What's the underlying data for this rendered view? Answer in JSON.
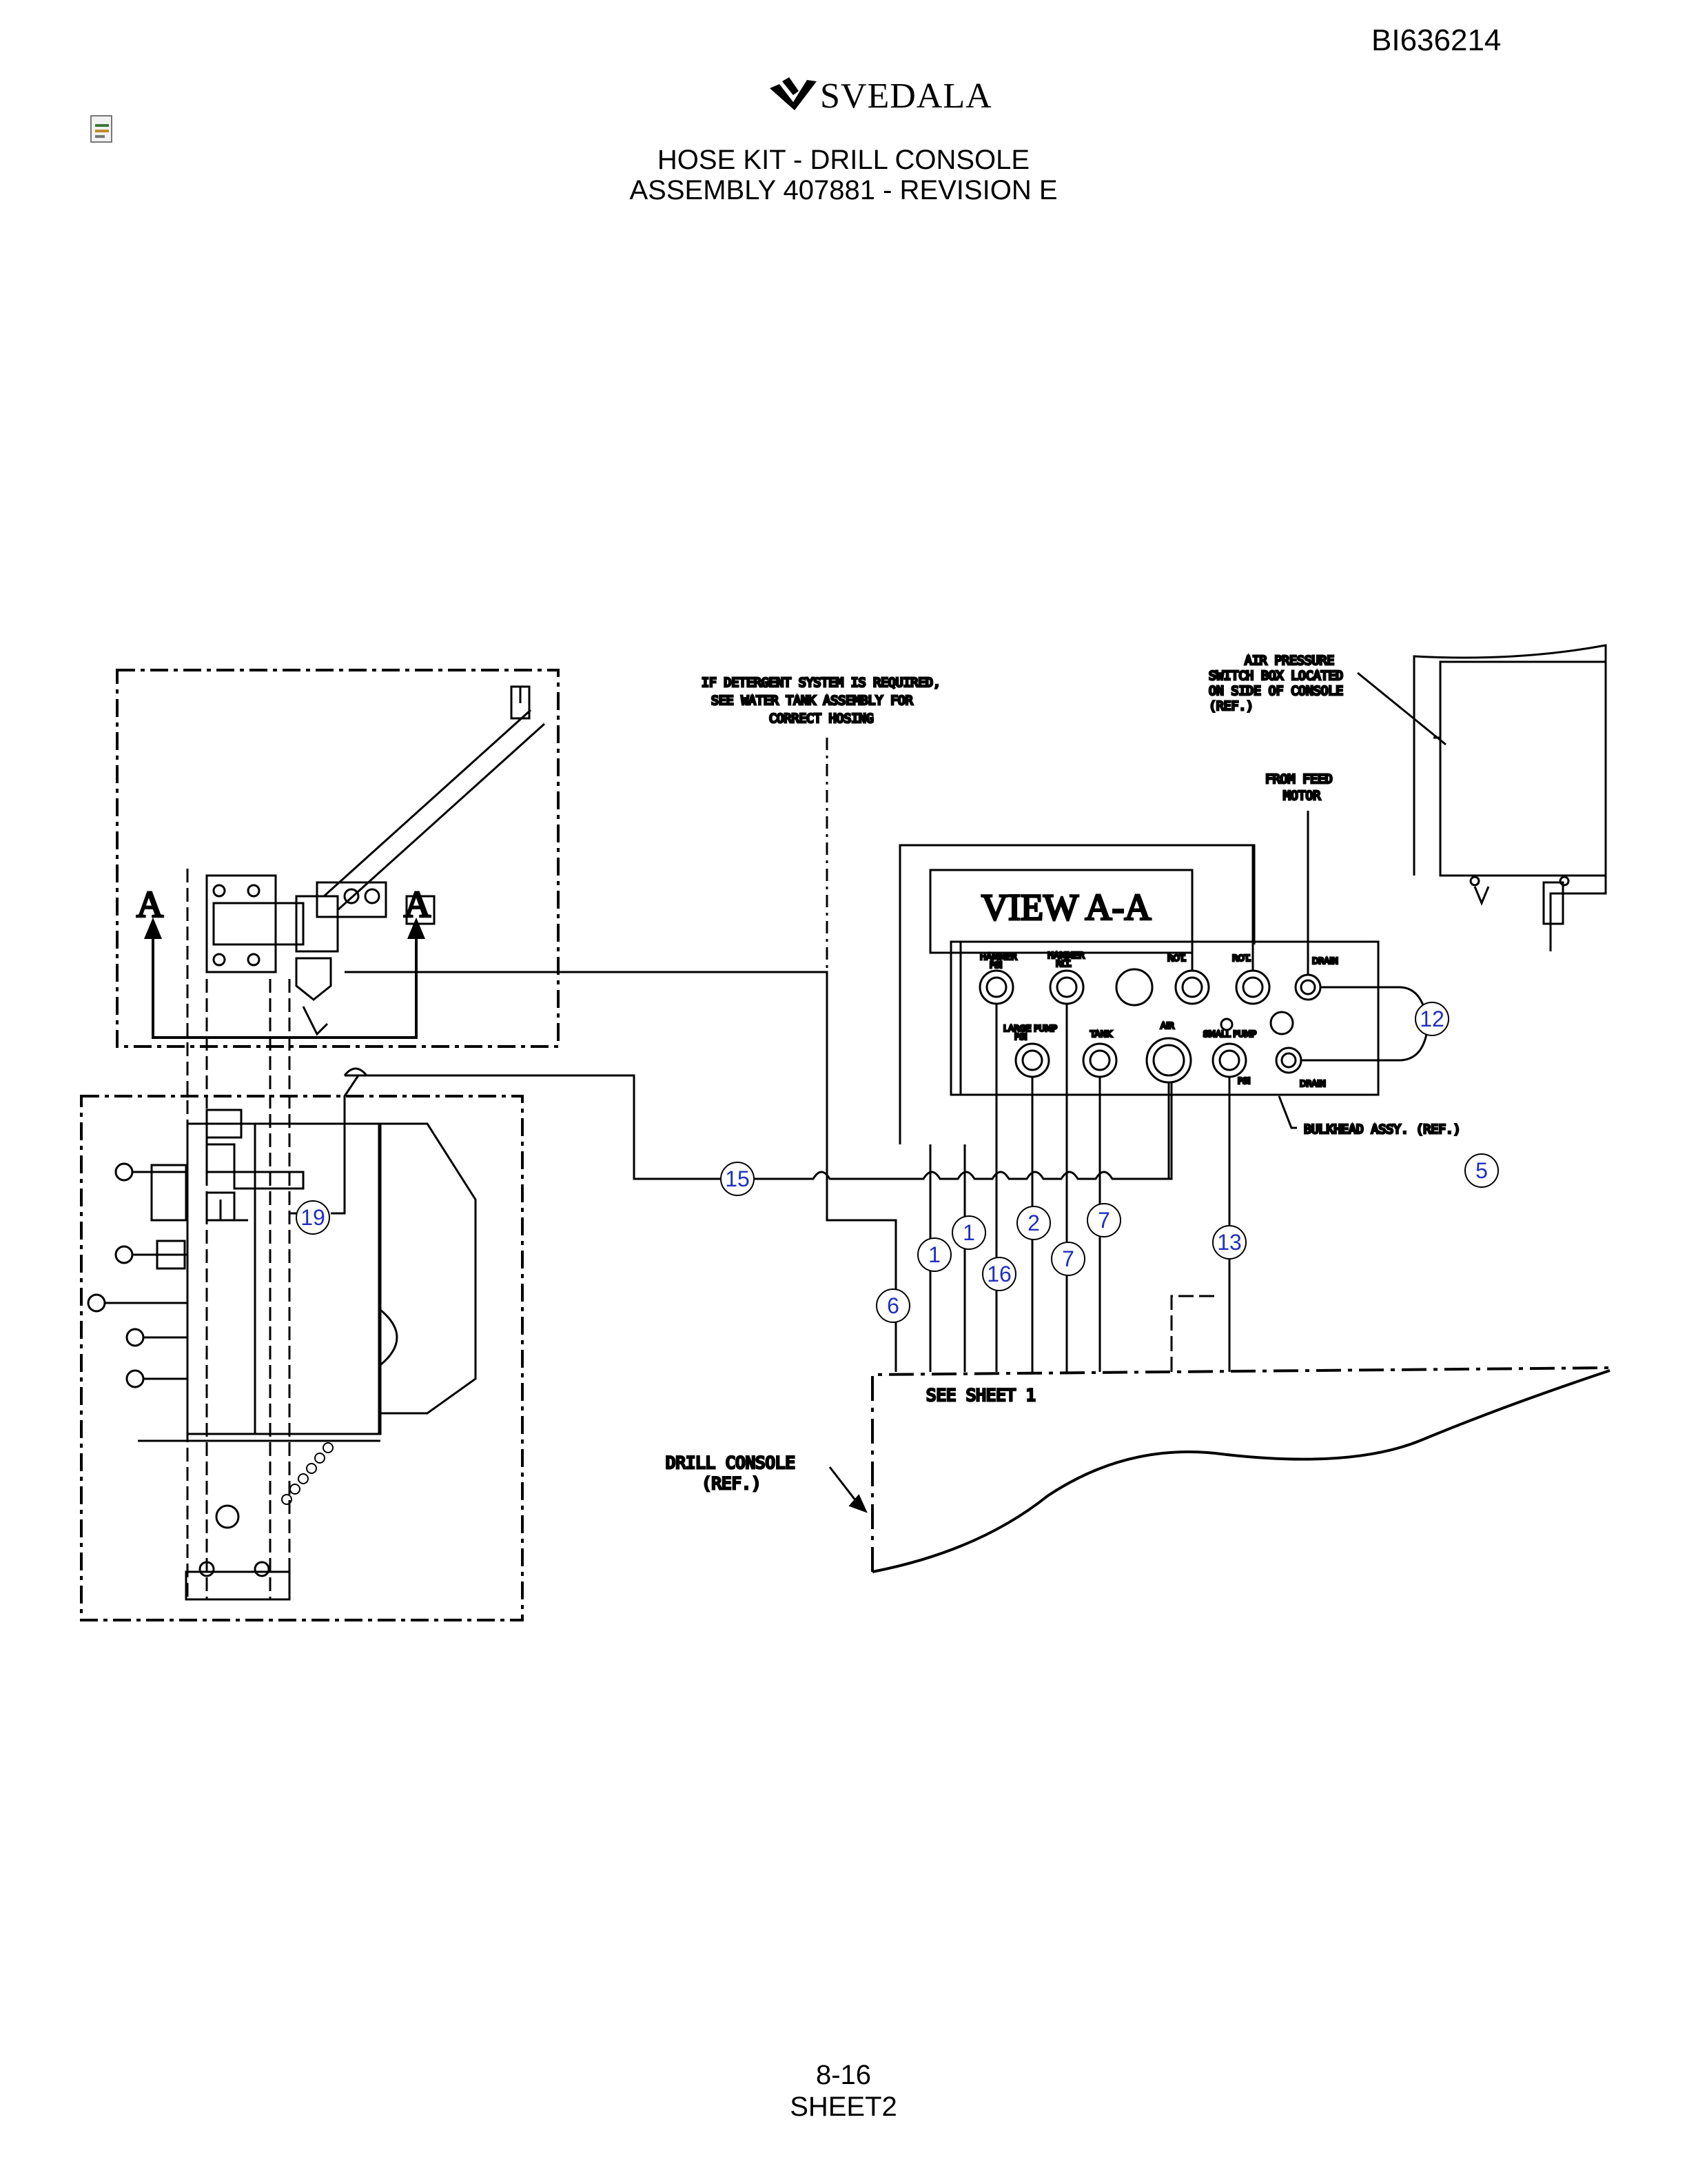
{
  "header": {
    "doc_id": "BI636214",
    "brand": "SVEDALA",
    "title_line1": "HOSE KIT - DRILL CONSOLE",
    "title_line2": "ASSEMBLY 407881 - REVISION E"
  },
  "footer": {
    "page": "8-16",
    "sheet": "SHEET2"
  },
  "diagram": {
    "section_mark": "A",
    "view_label": "VIEW  A-A",
    "notes": {
      "detergent": [
        "IF DETERGENT SYSTEM IS REQUIRED,",
        "SEE WATER TANK ASSEMBLY FOR",
        "CORRECT HOSING"
      ],
      "air_pressure": [
        "AIR PRESSURE",
        "SWITCH BOX LOCATED",
        "ON SIDE OF CONSOLE",
        "(REF.)"
      ],
      "feed_motor": [
        "FROM FEED",
        "MOTOR"
      ],
      "bulkhead": "BULKHEAD ASSY. (REF.)",
      "see_sheet": "SEE SHEET 1",
      "drill_console": [
        "DRILL CONSOLE",
        "(REF.)"
      ]
    },
    "port_labels": {
      "hammer_psi": [
        "HAMMER",
        "PSI"
      ],
      "hammer_rlt": [
        "HAMMER",
        "RLT."
      ],
      "rot1": "ROT.",
      "rot2": "ROT.",
      "drain_top": "DRAIN",
      "large_pump_psi": [
        "LARGE PUMP",
        "PSI"
      ],
      "tank": "TANK",
      "air": "AIR",
      "small_pump": "SMALL PUMP",
      "psi": "PSI",
      "drain_bottom": "DRAIN"
    },
    "balloons": [
      "15",
      "19",
      "1",
      "1",
      "2",
      "7",
      "16",
      "7",
      "6",
      "13",
      "12",
      "5"
    ]
  },
  "colors": {
    "balloon": "#1f2fbf",
    "line": "#000000"
  }
}
